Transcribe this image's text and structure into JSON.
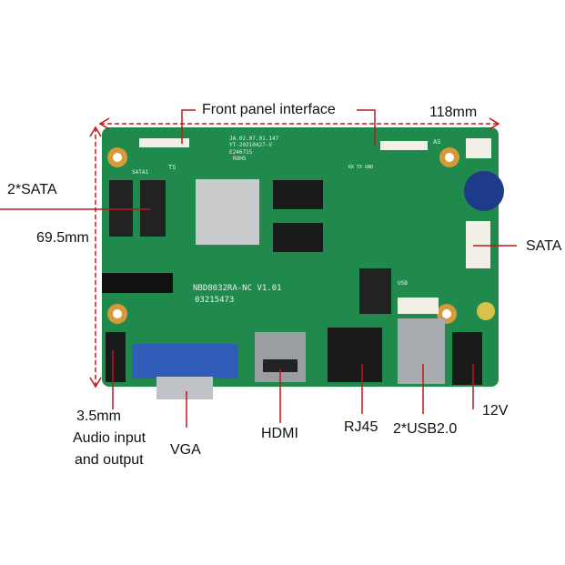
{
  "labels": {
    "front_panel": "Front panel interface",
    "width": "118mm",
    "sata2": "2*SATA",
    "height": "69.5mm",
    "sata": "SATA",
    "audio_line1": "3.5mm",
    "audio_line2": "Audio input",
    "audio_line3": "and output",
    "vga": "VGA",
    "hdmi": "HDMI",
    "rj45": "RJ45",
    "usb": "2*USB2.0",
    "power": "12V"
  },
  "board": {
    "model": "NBD8032RA-NC V1.01",
    "serial": "03215473",
    "code1": "JA.02.07.01.147",
    "code2": "YT-20210427-V",
    "cert": "E246715",
    "rohs": "ROHS",
    "sata1": "SATA1",
    "ts": "TS",
    "as": "AS",
    "usb": "USB",
    "uart": "RX TX GND"
  },
  "colors": {
    "pcb": "#1f8a4c",
    "annotation": "#c0161b",
    "vga": "#2f5db8"
  }
}
